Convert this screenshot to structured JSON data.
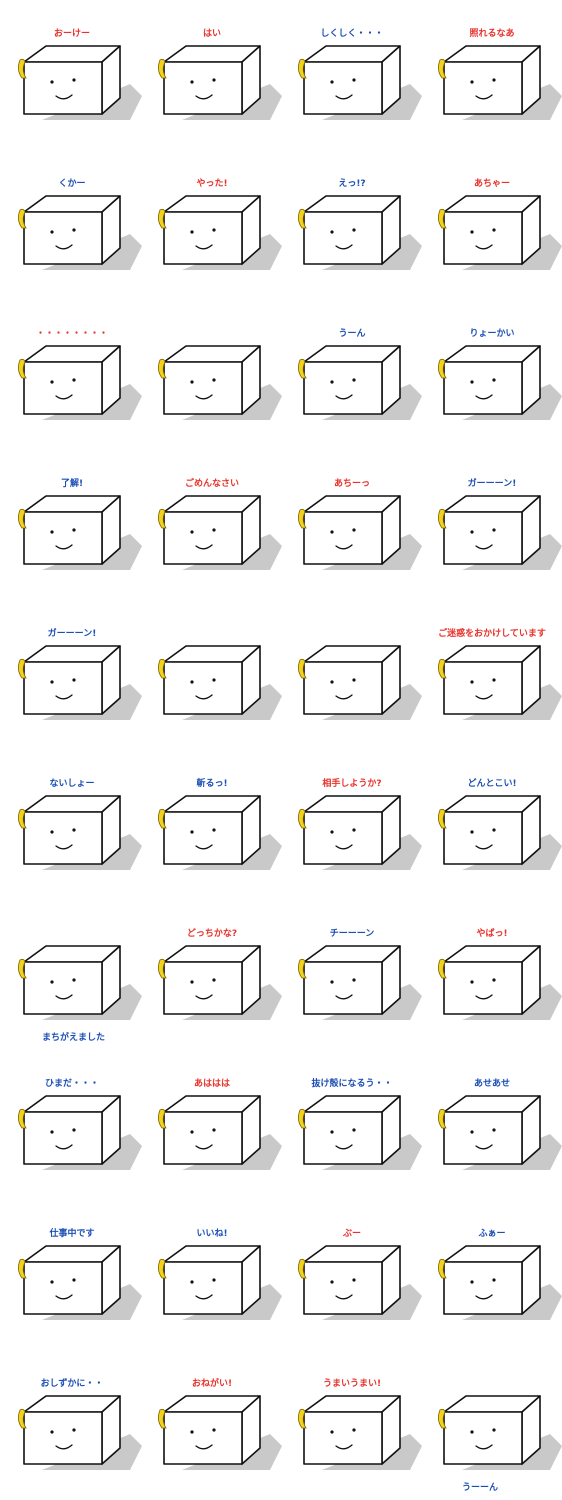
{
  "colors": {
    "caption_red": "#e8322c",
    "caption_blue": "#1c4fb4",
    "shadow": "#c9c9c9",
    "arm_yellow": "#f3d21f",
    "outline": "#111111"
  },
  "stickers": [
    {
      "caption": "おーけー",
      "color": "red",
      "side": "top",
      "icon": "okay-sticker"
    },
    {
      "caption": "はい",
      "color": "red",
      "side": "top",
      "icon": "yes-sticker"
    },
    {
      "caption": "しくしく・・・",
      "color": "blue",
      "side": "top",
      "icon": "crying-sticker"
    },
    {
      "caption": "照れるなあ",
      "color": "red",
      "side": "top",
      "icon": "shy-sticker"
    },
    {
      "caption": "くかー",
      "color": "blue",
      "side": "top",
      "icon": "sleeping-sticker"
    },
    {
      "caption": "やった!",
      "color": "red",
      "side": "top",
      "icon": "hooray-sticker"
    },
    {
      "caption": "えっ!?",
      "color": "blue",
      "side": "top",
      "icon": "surprised-sticker"
    },
    {
      "caption": "あちゃー",
      "color": "red",
      "side": "top",
      "icon": "oops-sticker"
    },
    {
      "caption": "・・・・・・・・",
      "color": "red",
      "side": "top",
      "icon": "silent-angry-sticker"
    },
    {
      "caption": "",
      "color": "blue",
      "side": "top",
      "icon": "singing-sticker"
    },
    {
      "caption": "うーん",
      "color": "blue",
      "side": "top",
      "icon": "thinking-sticker"
    },
    {
      "caption": "りょーかい",
      "color": "blue",
      "side": "top",
      "icon": "roger-sticker"
    },
    {
      "caption": "了解!",
      "color": "blue",
      "side": "top",
      "icon": "understood-sticker"
    },
    {
      "caption": "ごめんなさい",
      "color": "red",
      "side": "top",
      "icon": "sorry-sticker"
    },
    {
      "caption": "あちーっ",
      "color": "red",
      "side": "top",
      "icon": "hot-sticker"
    },
    {
      "caption": "ガーーーン!",
      "color": "blue",
      "side": "top",
      "icon": "shocked-sticker"
    },
    {
      "caption": "ガーーーン!",
      "color": "blue",
      "side": "top",
      "icon": "shocked-blue-sticker"
    },
    {
      "caption": "",
      "color": "blue",
      "side": "top",
      "icon": "umbrella-sticker"
    },
    {
      "caption": "",
      "color": "blue",
      "side": "top",
      "icon": "snowman-sticker"
    },
    {
      "caption": "ご迷惑をおかけしています",
      "color": "red",
      "side": "top",
      "icon": "apology-sticker"
    },
    {
      "caption": "ないしょー",
      "color": "blue",
      "side": "top",
      "icon": "secret-sticker"
    },
    {
      "caption": "斬るっ!",
      "color": "blue",
      "side": "top",
      "icon": "samurai-sticker"
    },
    {
      "caption": "相手しようか?",
      "color": "red",
      "side": "top",
      "icon": "fighter-sticker"
    },
    {
      "caption": "どんとこい!",
      "color": "blue",
      "side": "top",
      "icon": "sumo-sticker"
    },
    {
      "caption": "まちがえました",
      "color": "blue",
      "side": "bottom",
      "icon": "mistake-sticker"
    },
    {
      "caption": "どっちかな?",
      "color": "red",
      "side": "top",
      "icon": "which-one-sticker"
    },
    {
      "caption": "チーーーン",
      "color": "blue",
      "side": "top",
      "icon": "blank-sticker"
    },
    {
      "caption": "やばっ!",
      "color": "red",
      "side": "top",
      "icon": "uh-oh-sticker"
    },
    {
      "caption": "ひまだ・・・",
      "color": "blue",
      "side": "top",
      "icon": "bored-sticker"
    },
    {
      "caption": "あははは",
      "color": "red",
      "side": "top",
      "icon": "laughing-sticker"
    },
    {
      "caption": "抜け殻になるう・・",
      "color": "blue",
      "side": "top",
      "icon": "empty-shell-sticker"
    },
    {
      "caption": "あせあせ",
      "color": "blue",
      "side": "top",
      "icon": "sweating-sticker"
    },
    {
      "caption": "仕事中です",
      "color": "blue",
      "side": "top",
      "icon": "working-sticker"
    },
    {
      "caption": "いいね!",
      "color": "blue",
      "side": "top",
      "icon": "like-sticker"
    },
    {
      "caption": "ぶー",
      "color": "red",
      "side": "top",
      "icon": "pouting-sticker"
    },
    {
      "caption": "ふぁー",
      "color": "blue",
      "side": "top",
      "icon": "yawning-sticker"
    },
    {
      "caption": "おしずかに・・",
      "color": "blue",
      "side": "top",
      "icon": "quiet-please-sticker"
    },
    {
      "caption": "おねがい!",
      "color": "red",
      "side": "top",
      "icon": "please-sticker"
    },
    {
      "caption": "うまいうまい!",
      "color": "red",
      "side": "top",
      "icon": "yummy-sticker"
    },
    {
      "caption": "うーーん",
      "color": "blue",
      "side": "bottom",
      "icon": "hmm-sticker"
    }
  ]
}
